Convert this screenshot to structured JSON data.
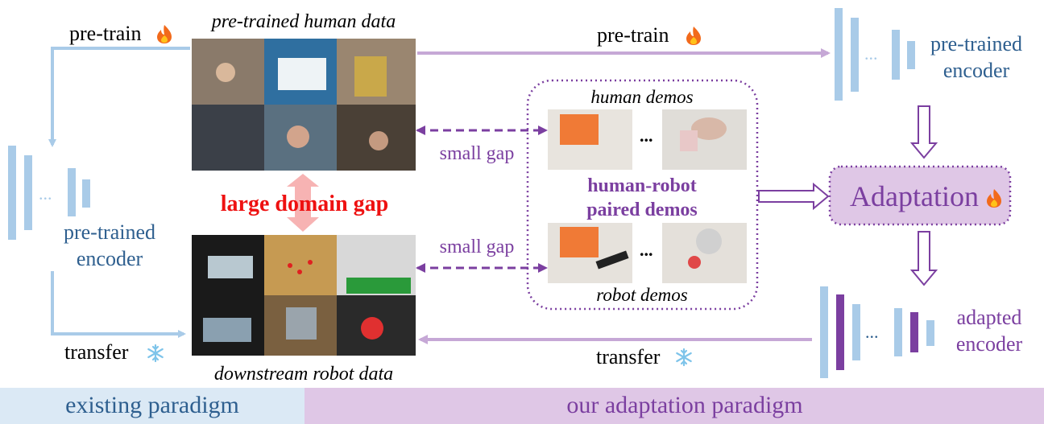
{
  "labels": {
    "pretrain_left": "pre-train",
    "pretrain_top": "pre-train",
    "transfer_left": "transfer",
    "transfer_right": "transfer",
    "pretrained_human_data": "pre-trained human data",
    "downstream_robot_data": "downstream robot data",
    "large_domain_gap": "large domain gap",
    "small_gap_top": "small gap",
    "small_gap_bottom": "small gap",
    "human_demos": "human demos",
    "robot_demos": "robot demos",
    "paired_line1": "human-robot",
    "paired_line2": "paired demos",
    "adaptation": "Adaptation",
    "enc_left_line1": "pre-trained",
    "enc_left_line2": "encoder",
    "enc_topright_line1": "pre-trained",
    "enc_topright_line2": "encoder",
    "enc_adapted_line1": "adapted",
    "enc_adapted_line2": "encoder",
    "dots": "...",
    "banner_left": "existing paradigm",
    "banner_right": "our adaptation paradigm"
  },
  "icons": {
    "fire": "fire-icon",
    "snowflake": "snowflake-icon"
  },
  "colors": {
    "light_blue": "#a9cbe8",
    "purple": "#7b3fa0",
    "light_purple": "#c6a8d6",
    "red": "#ee1111",
    "pink": "#f7b3b3",
    "blue_text": "#2e5f8f",
    "banner_left_bg": "#dbe9f5",
    "banner_right_bg": "#dfc7e6"
  }
}
